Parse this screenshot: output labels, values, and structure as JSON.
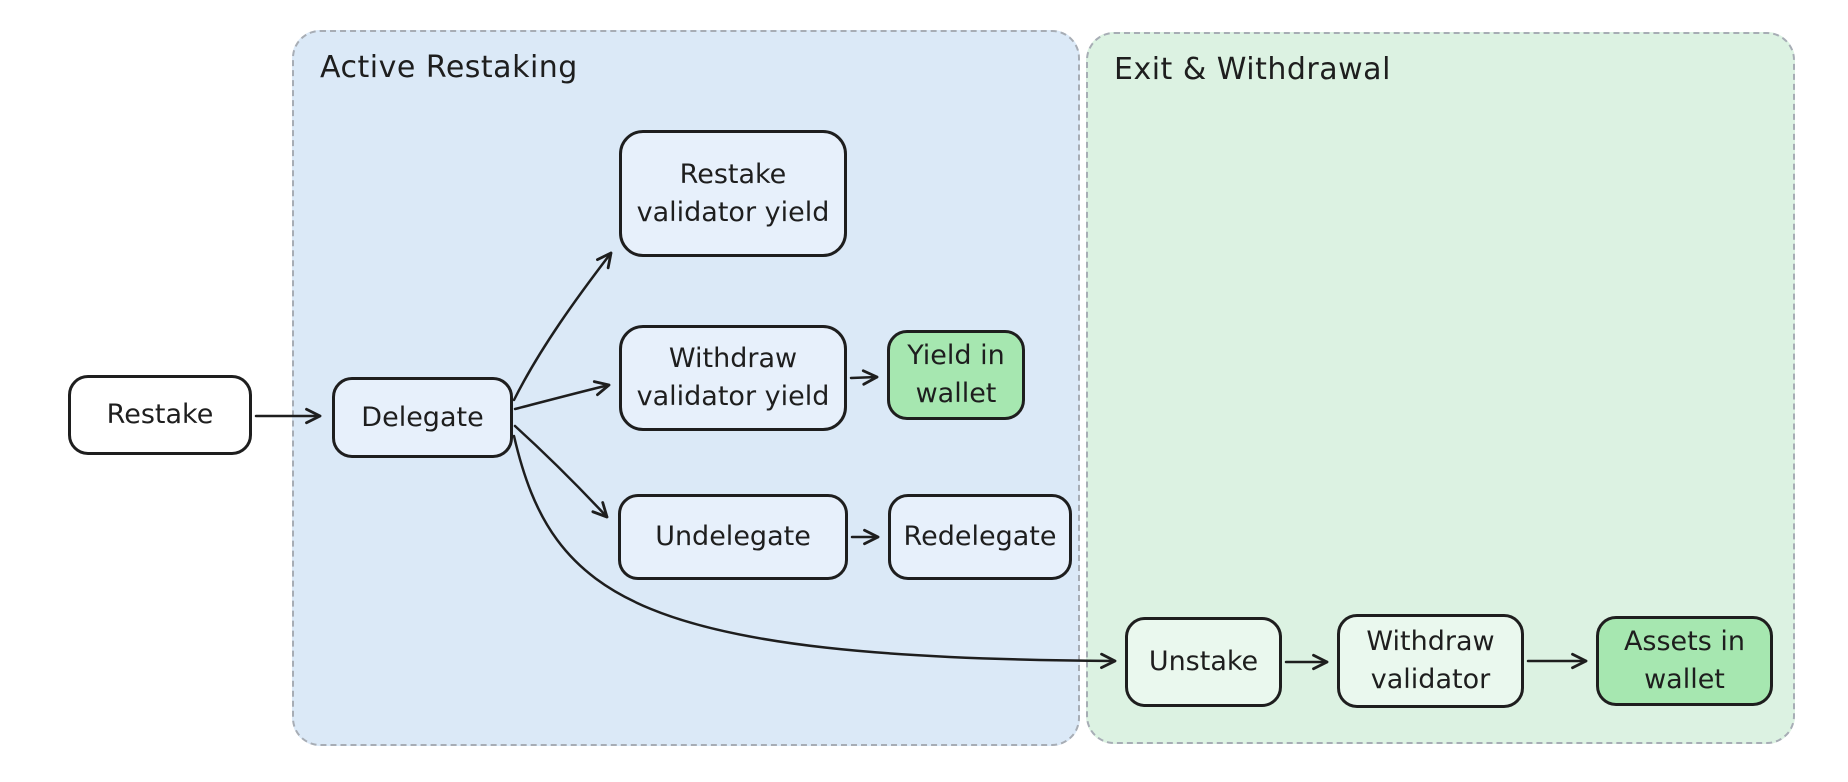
{
  "diagram": {
    "groups": {
      "active": {
        "label": "Active Restaking",
        "fill": "#dbe9f7"
      },
      "exit": {
        "label": "Exit & Withdrawal",
        "fill": "#dcf2e2"
      }
    },
    "nodes": {
      "restake": {
        "label": "Restake",
        "style": "white",
        "group": "none"
      },
      "delegate": {
        "label": "Delegate",
        "style": "blue",
        "group": "active"
      },
      "restake_validator_yield": {
        "label": "Restake\nvalidator yield",
        "style": "blue",
        "group": "active"
      },
      "withdraw_validator_yield": {
        "label": "Withdraw\nvalidator yield",
        "style": "blue",
        "group": "active"
      },
      "yield_in_wallet": {
        "label": "Yield in\nwallet",
        "style": "highlight",
        "group": "active"
      },
      "undelegate": {
        "label": "Undelegate",
        "style": "blue",
        "group": "active"
      },
      "redelegate": {
        "label": "Redelegate",
        "style": "blue",
        "group": "active"
      },
      "unstake": {
        "label": "Unstake",
        "style": "green",
        "group": "exit"
      },
      "withdraw_validator": {
        "label": "Withdraw\nvalidator",
        "style": "green",
        "group": "exit"
      },
      "assets_in_wallet": {
        "label": "Assets in\nwallet",
        "style": "highlight",
        "group": "exit"
      }
    },
    "edges": [
      {
        "from": "restake",
        "to": "delegate"
      },
      {
        "from": "delegate",
        "to": "restake_validator_yield"
      },
      {
        "from": "delegate",
        "to": "withdraw_validator_yield"
      },
      {
        "from": "delegate",
        "to": "undelegate"
      },
      {
        "from": "delegate",
        "to": "unstake"
      },
      {
        "from": "withdraw_validator_yield",
        "to": "yield_in_wallet"
      },
      {
        "from": "undelegate",
        "to": "redelegate"
      },
      {
        "from": "unstake",
        "to": "withdraw_validator"
      },
      {
        "from": "withdraw_validator",
        "to": "assets_in_wallet"
      }
    ],
    "colors": {
      "canvas_background": "#ffffff",
      "active_restaking_fill": "#dbe9f7",
      "exit_withdrawal_fill": "#dcf2e2",
      "blue_node_fill": "#e7f0fb",
      "green_node_fill": "#eaf8ee",
      "highlight_green_fill": "#a6e7b0",
      "white_node_fill": "#ffffff",
      "stroke": "#1e1e1e",
      "group_border": "#a7adb5"
    }
  }
}
